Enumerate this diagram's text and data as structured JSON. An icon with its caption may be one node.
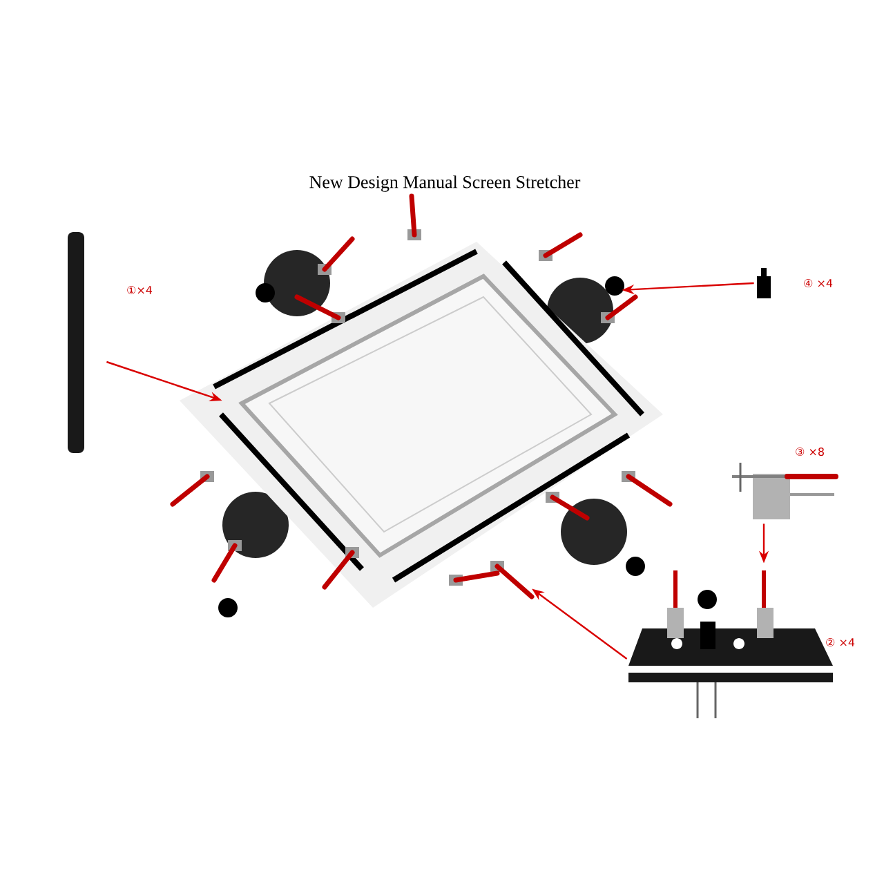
{
  "diagram": {
    "title": "New Design Manual Screen Stretcher",
    "nodes": [
      {
        "text": [],
        "shape": "picture"
      },
      {
        "text": [],
        "shape": "bar",
        "beside": [
          "①×4"
        ]
      },
      {
        "text": [],
        "shape": "cylinder",
        "beside": [
          "④ ×4"
        ]
      },
      {
        "text": [],
        "shape": "picture",
        "beside": [
          "③ ×8"
        ]
      },
      {
        "text": [],
        "shape": "picture",
        "beside": [
          "② ×4"
        ]
      }
    ],
    "edges": [
      {
        "from": 1,
        "to": 0,
        "arrow": "to"
      },
      {
        "from": 2,
        "to": 0,
        "arrow": "to"
      },
      {
        "from": 3,
        "to": 4,
        "arrow": "to"
      },
      {
        "from": 4,
        "to": 0,
        "arrow": "to"
      }
    ]
  }
}
